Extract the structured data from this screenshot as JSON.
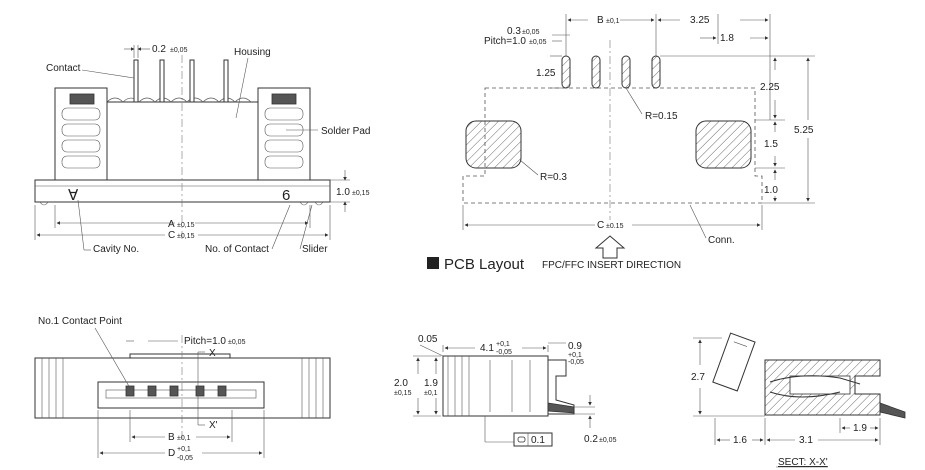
{
  "front_view": {
    "dim_contact_width": "0.2",
    "dim_contact_width_tol": "±0,05",
    "label_contact": "Contact",
    "label_housing": "Housing",
    "label_solder_pad": "Solder Pad",
    "dim_height": "1.0",
    "dim_height_tol": "±0,15",
    "dim_a": "A",
    "dim_a_tol": "±0,15",
    "dim_c": "C",
    "dim_c_tol": "±0,15",
    "label_cavity_no": "Cavity No.",
    "label_no_of_contact": "No. of Contact",
    "label_slider": "Slider",
    "cavity_mark": "∀",
    "contact_mark": "6"
  },
  "pcb_layout": {
    "dim_pad_width": "0.3",
    "dim_pad_width_tol": "±0,05",
    "dim_pitch": "Pitch=1.0",
    "dim_pitch_tol": "±0,05",
    "dim_b": "B",
    "dim_b_tol": "±0,1",
    "dim_3_25": "3.25",
    "dim_1_8": "1.8",
    "dim_1_25": "1.25",
    "dim_2_25": "2.25",
    "dim_5_25": "5.25",
    "dim_1_5": "1.5",
    "dim_1_0": "1.0",
    "radius_small": "R=0.15",
    "radius_large": "R=0.3",
    "dim_c": "C",
    "dim_c_tol": "±0.15",
    "label_conn": "Conn.",
    "title": "PCB Layout",
    "insert_direction": "FPC/FFC INSERT DIRECTION"
  },
  "bottom_view": {
    "label_no1_contact": "No.1 Contact Point",
    "dim_pitch": "Pitch=1.0",
    "dim_pitch_tol": "±0,05",
    "section_mark_top": "X",
    "section_mark_bottom": "X'",
    "dim_b": "B",
    "dim_b_tol": "±0,1",
    "dim_d": "D",
    "dim_d_tol_plus": "+0,1",
    "dim_d_tol_minus": "-0,05"
  },
  "side_view": {
    "dim_0_05": "0.05",
    "dim_4_1": "4.1",
    "dim_4_1_tol_plus": "+0,1",
    "dim_4_1_tol_minus": "-0,05",
    "dim_0_9": "0.9",
    "dim_0_9_tol_plus": "+0,1",
    "dim_0_9_tol_minus": "-0,05",
    "dim_2_0": "2.0",
    "dim_2_0_tol": "±0,15",
    "dim_1_9": "1.9",
    "dim_1_9_tol": "±0,1",
    "flatness": "0.1",
    "dim_0_2": "0.2",
    "dim_0_2_tol": "±0,05"
  },
  "section_view": {
    "dim_2_7": "2.7",
    "dim_1_9": "1.9",
    "dim_1_6": "1.6",
    "dim_3_1": "3.1",
    "section_label": "SECT: X-X'"
  }
}
